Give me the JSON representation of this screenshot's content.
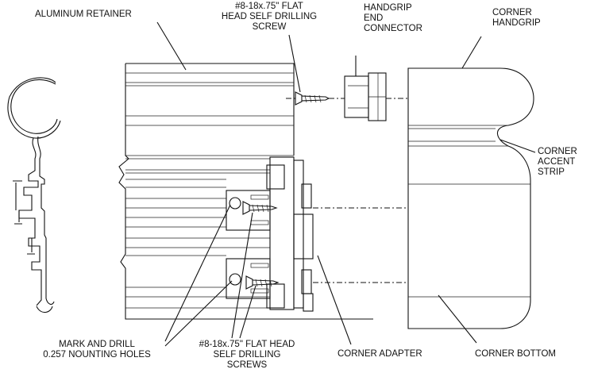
{
  "labels": {
    "aluminum_retainer": "ALUMINUM RETAINER",
    "screw_top": [
      "#8-18x.75\" FLAT",
      "HEAD SELF DRILLING",
      "SCREW"
    ],
    "handgrip_end_connector": [
      "HANDGRIP",
      "END",
      "CONNECTOR"
    ],
    "corner_handgrip": [
      "CORNER",
      "HANDGRIP"
    ],
    "corner_accent_strip": [
      "CORNER",
      "ACCENT",
      "STRIP"
    ],
    "mark_and_drill": [
      "MARK AND DRILL",
      "0.257 NOUNTING HOLES"
    ],
    "screws_bottom": [
      "#8-18x.75\" FLAT HEAD",
      "SELF DRILLING",
      "SCREWS"
    ],
    "corner_adapter": "CORNER ADAPTER",
    "corner_bottom": "CORNER BOTTOM"
  },
  "colors": {
    "line": "#111111",
    "background": "#ffffff"
  }
}
